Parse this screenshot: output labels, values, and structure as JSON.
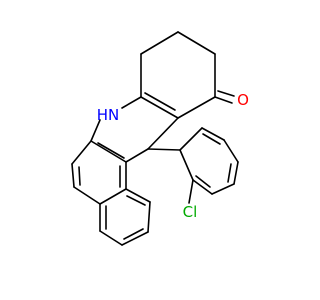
{
  "molecule": {
    "atoms": [
      {
        "id": "N",
        "symbol": "N",
        "label": "N",
        "hydrogen": "H",
        "color": "#0000ff",
        "name": "nitrogen-atom-label"
      },
      {
        "id": "O",
        "symbol": "O",
        "label": "O",
        "hydrogen": "",
        "color": "#ff0000",
        "name": "oxygen-atom-label"
      },
      {
        "id": "Cl",
        "symbol": "Cl",
        "label": "Cl",
        "hydrogen": "",
        "color": "#00aa00",
        "name": "chlorine-atom-label"
      }
    ],
    "bond_color": "#000000",
    "background": "#ffffff"
  }
}
